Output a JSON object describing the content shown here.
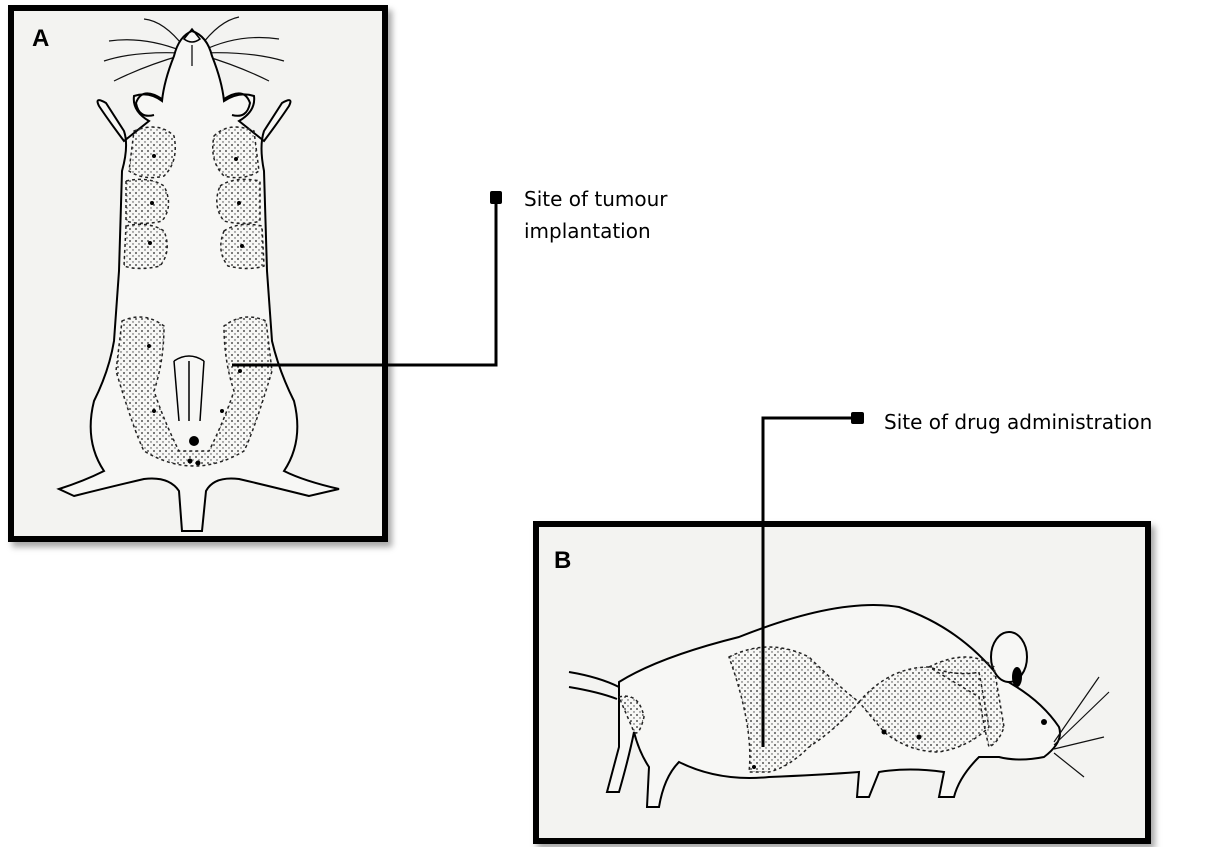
{
  "panels": {
    "a": {
      "letter": "A"
    },
    "b": {
      "letter": "B"
    }
  },
  "callouts": {
    "tumour": "Site of tumour\nimplantation",
    "drug": "Site of drug administration"
  }
}
